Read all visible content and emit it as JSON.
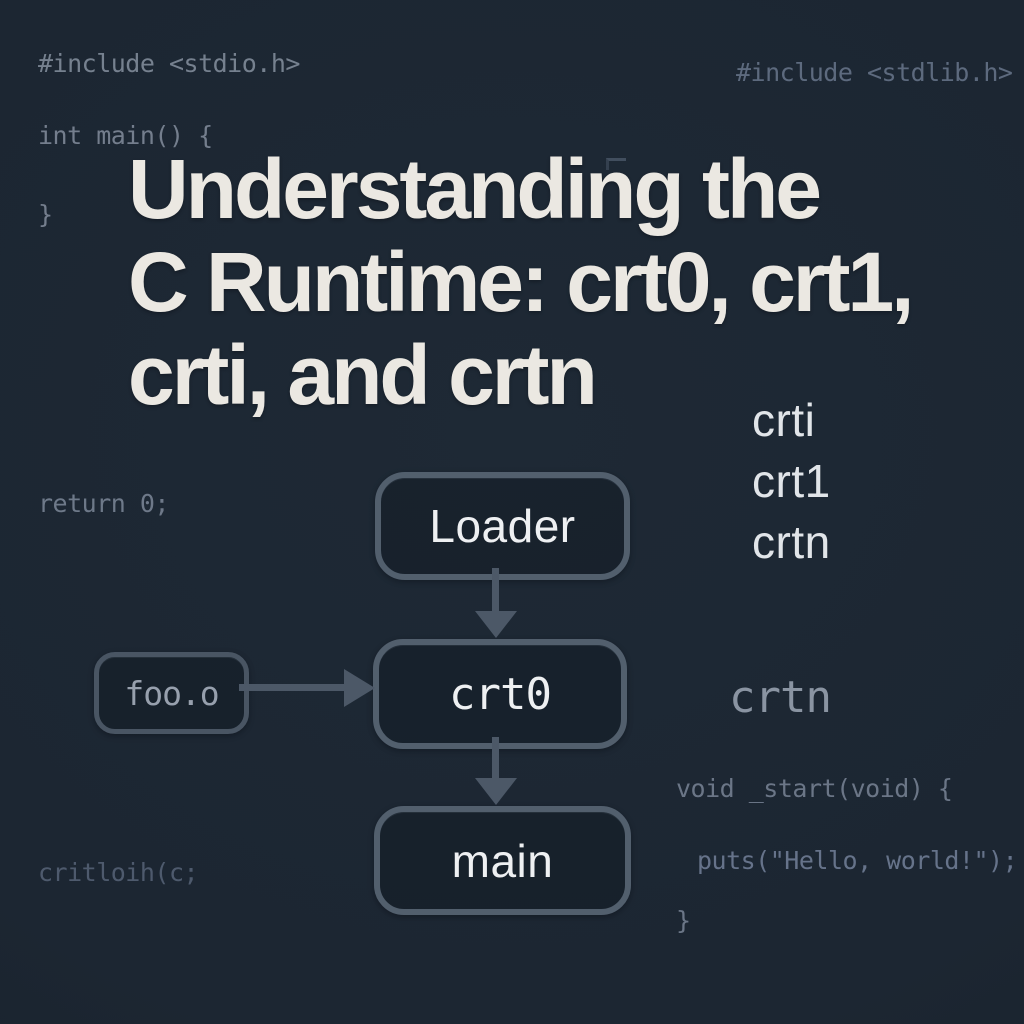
{
  "palette": {
    "background": "#1c2632",
    "title_color": "#ebe8e2",
    "code_color": "#6e7989",
    "code_dim_color": "#4e5a6d",
    "box_border": "#525f6d",
    "box_text": "#eef0f2",
    "muted_node_text": "#97a0ad",
    "arrow": "#4c5867",
    "list_text": "#e1e5e9",
    "crtn_text": "#8a94a2"
  },
  "title": {
    "lines": [
      "Understanding the",
      "C Runtime: crt0, crt1,",
      "crti, and crtn"
    ]
  },
  "background_code": {
    "include_stdio": "#include <stdio.h>",
    "include_stdlib": "#include <stdlib.h>",
    "int_main": "int main() {",
    "close_brace_left": "}",
    "return_zero": "return 0;",
    "critloih": "critloih(c;",
    "void_start": "void _start(void) {",
    "puts_line": "puts(\"Hello, world!\");",
    "close_brace_right": "}"
  },
  "crt_list": {
    "items": [
      "crti",
      "crt1",
      "crtn"
    ]
  },
  "crtn_label": "crtn",
  "diagram": {
    "nodes": [
      {
        "id": "loader",
        "label": "Loader"
      },
      {
        "id": "foo_o",
        "label": "foo.o"
      },
      {
        "id": "crt0",
        "label": "crt0"
      },
      {
        "id": "main",
        "label": "main"
      }
    ],
    "edges": [
      {
        "from": "loader",
        "to": "crt0"
      },
      {
        "from": "foo_o",
        "to": "crt0"
      },
      {
        "from": "crt0",
        "to": "main"
      }
    ]
  }
}
